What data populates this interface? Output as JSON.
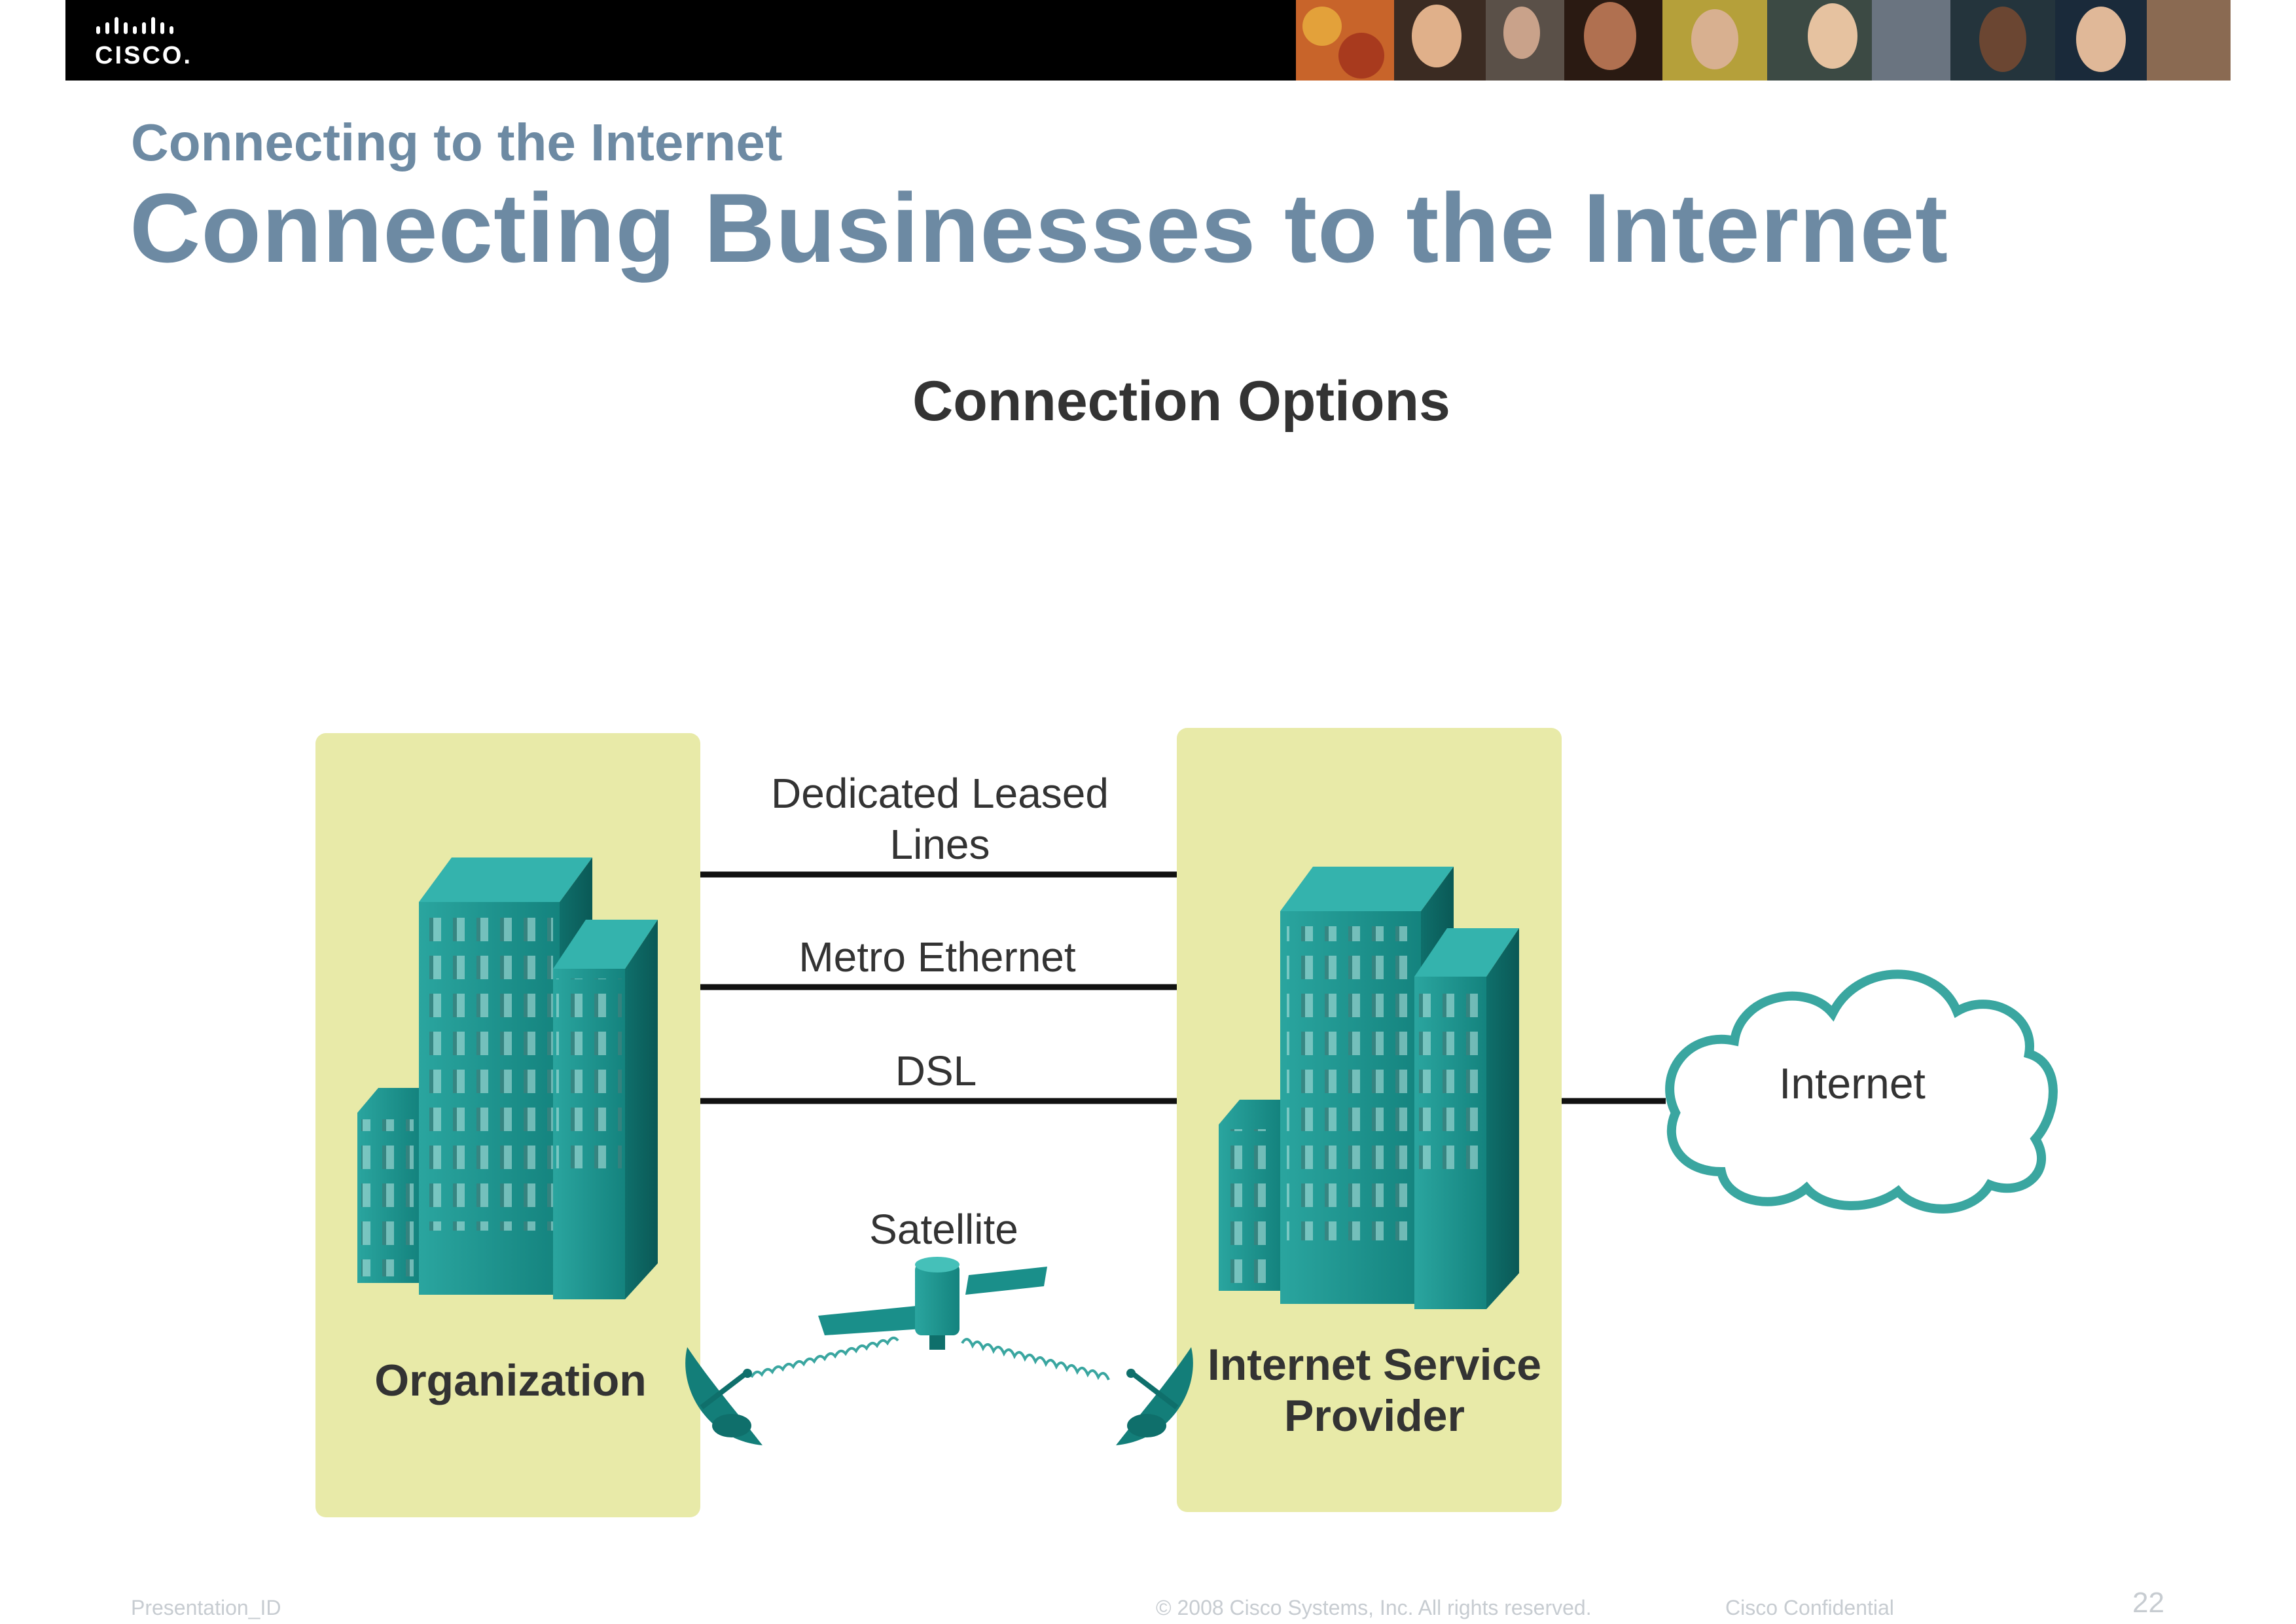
{
  "header": {
    "logo_text": "CISCO.",
    "subtitle": "Connecting to the Internet",
    "title": "Connecting Businesses to the Internet"
  },
  "diagram": {
    "heading": "Connection Options",
    "organization_label": "Organization",
    "isp_label_line1": "Internet Service",
    "isp_label_line2": "Provider",
    "internet_label": "Internet",
    "links": {
      "leased_line1": "Dedicated Leased",
      "leased_line2": "Lines",
      "metro": "Metro Ethernet",
      "dsl": "DSL",
      "satellite": "Satellite"
    },
    "colors": {
      "panel": "#e8eaa8",
      "building": "#1a8f8a",
      "building_dark": "#0f6f6b",
      "cloud": "#3aa6a0"
    }
  },
  "footer": {
    "presentation_id": "Presentation_ID",
    "copyright": "© 2008 Cisco Systems, Inc. All rights reserved.",
    "confidential": "Cisco Confidential",
    "page": "22"
  }
}
